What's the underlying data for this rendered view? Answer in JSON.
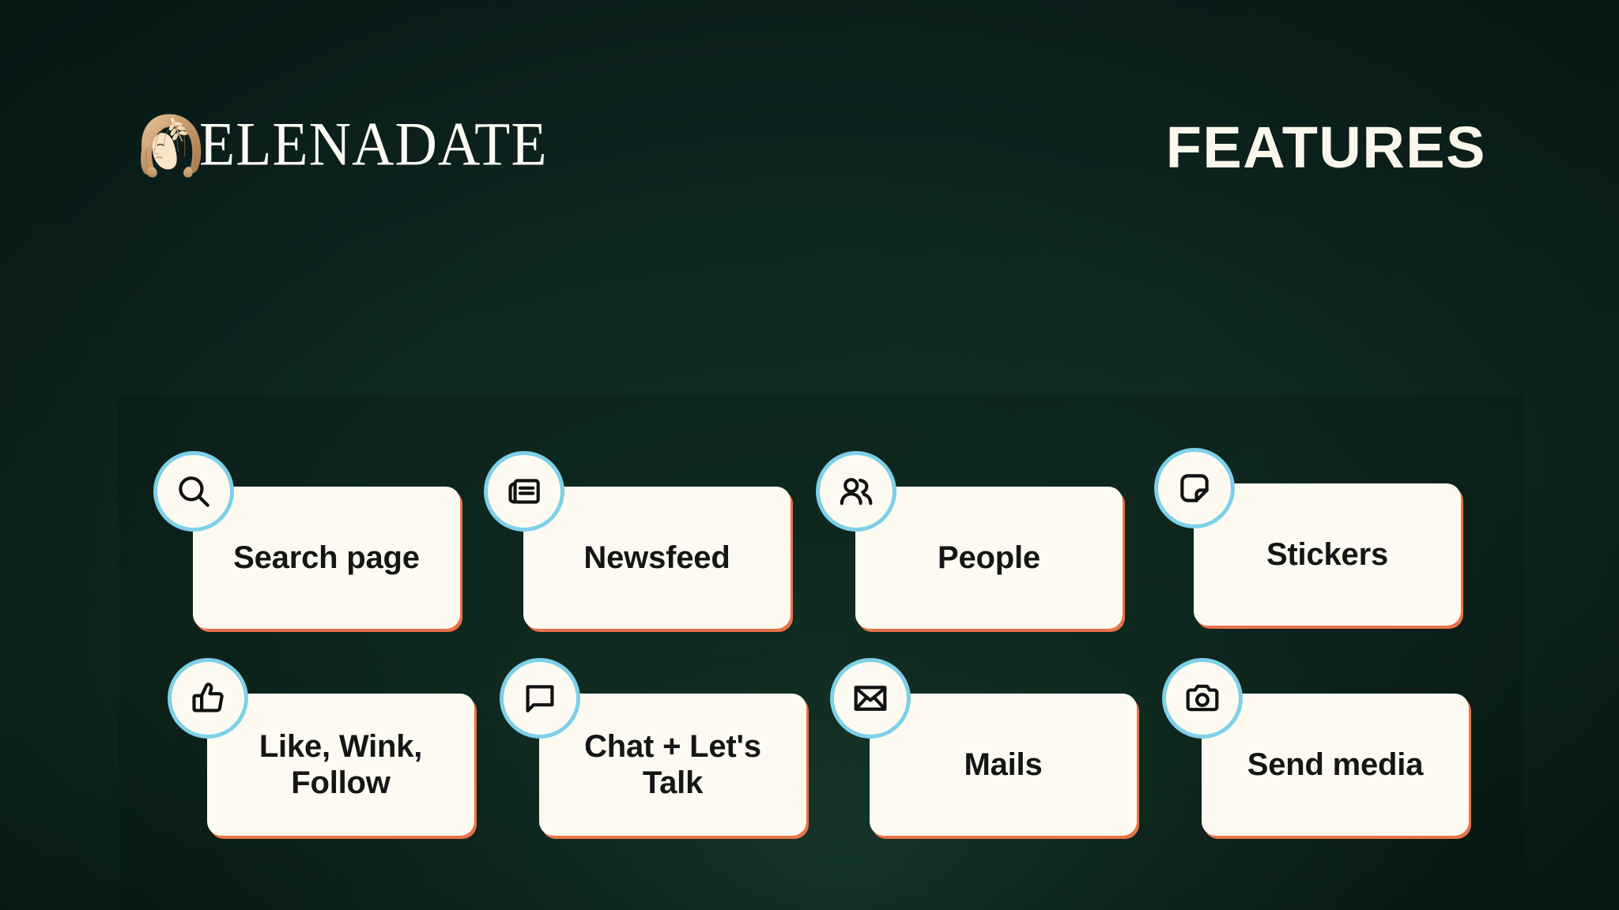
{
  "brand": {
    "name": "ELENADATE",
    "logo_icon": "woman-profile-laurel-icon",
    "logo_hair_color": "#c49a6c",
    "logo_skin_color": "#f7e3c4"
  },
  "header": {
    "title": "FEATURES",
    "title_color": "#f8f7ea"
  },
  "theme": {
    "background_color": "#0e2520",
    "card_background": "#fdfbf1",
    "card_edge_color": "#e8734a",
    "badge_ring_color": "#7ed0e8",
    "label_color": "#151515"
  },
  "features": [
    {
      "label": "Search page",
      "icon": "search-icon",
      "row": 1,
      "col": 1
    },
    {
      "label": "Newsfeed",
      "icon": "newsfeed-icon",
      "row": 1,
      "col": 2
    },
    {
      "label": "People",
      "icon": "people-icon",
      "row": 1,
      "col": 3
    },
    {
      "label": "Stickers",
      "icon": "sticker-icon",
      "row": 1,
      "col": 4
    },
    {
      "label": "Like, Wink,\nFollow",
      "icon": "thumbs-up-icon",
      "row": 2,
      "col": 1
    },
    {
      "label": "Chat + Let's\nTalk",
      "icon": "chat-bubble-icon",
      "row": 2,
      "col": 2
    },
    {
      "label": "Mails",
      "icon": "envelope-icon",
      "row": 2,
      "col": 3
    },
    {
      "label": "Send media",
      "icon": "camera-icon",
      "row": 2,
      "col": 4
    }
  ]
}
